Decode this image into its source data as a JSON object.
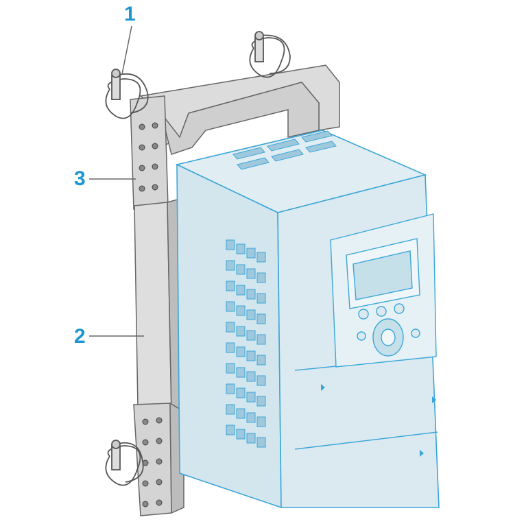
{
  "callouts": {
    "c1": {
      "label": "1"
    },
    "c2": {
      "label": "2"
    },
    "c3": {
      "label": "3"
    }
  },
  "colors": {
    "callout": "#1e96d2",
    "drive_fill": "#d0e4ec",
    "drive_outline": "#3aa6d8",
    "bracket_fill": "#d8d8d8",
    "bracket_outline": "#666666"
  }
}
